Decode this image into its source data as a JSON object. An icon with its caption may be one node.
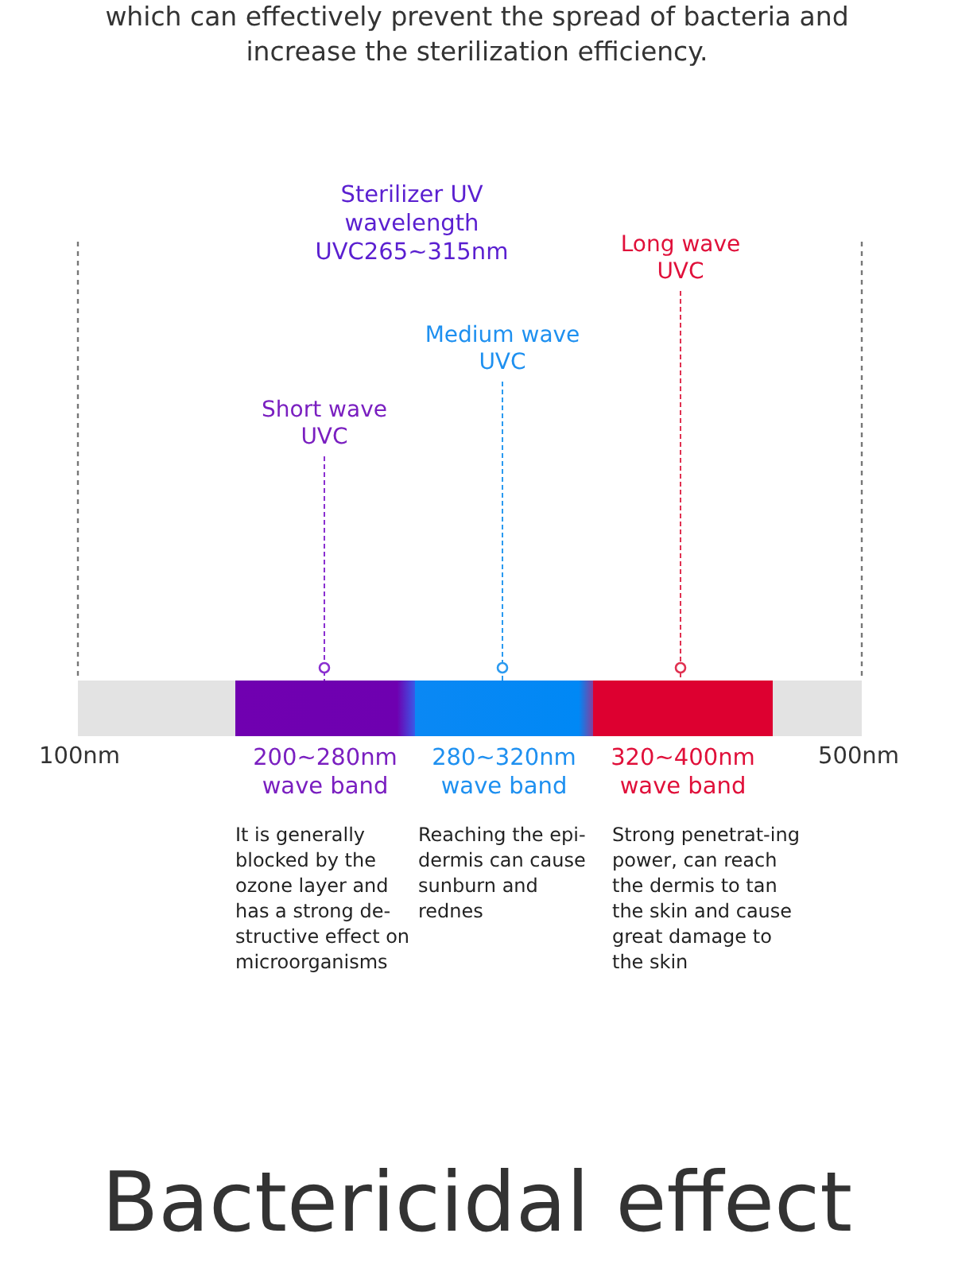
{
  "diagram": {
    "title": "Bactericidal effect",
    "nodes": [
      {
        "text": [
          "Short wave UVC"
        ]
      },
      {
        "text": [
          "Medium wave UVC"
        ]
      },
      {
        "text": [
          "Long wave UVC"
        ]
      },
      {
        "text": [],
        "shape": "bar"
      },
      {
        "text": [],
        "shape": "bar",
        "beside": [
          "200~280nm wave band",
          "It is generally blocked by the ozone layer and has a strong de-structive effect on microorganisms"
        ]
      },
      {
        "text": [],
        "shape": "bar",
        "beside": [
          "280~320nm wave band",
          "Reaching the epi-dermis can cause sunburn and rednes"
        ]
      },
      {
        "text": [],
        "shape": "bar",
        "beside": [
          "320~400nm wave band",
          "Strong penetrat-ing power, can reach the dermis to tan the skin and cause great damage to the skin"
        ]
      },
      {
        "text": [],
        "shape": "bar"
      }
    ],
    "edges": [
      {
        "from": 0,
        "to": 4,
        "arrow": "other",
        "style": "dashed",
        "color": "#8a2fd0"
      },
      {
        "from": 1,
        "to": 5,
        "arrow": "other",
        "style": "dashed",
        "color": "#2a9af0"
      },
      {
        "from": 2,
        "to": 6,
        "arrow": "other",
        "style": "dashed",
        "color": "#e03050"
      }
    ],
    "labels": [
      "which can effectively prevent the spread of bacteria and increase the sterilization efficiency.",
      "Sterilizer UV wavelength UVC265~315nm",
      "100nm",
      "500nm"
    ]
  }
}
